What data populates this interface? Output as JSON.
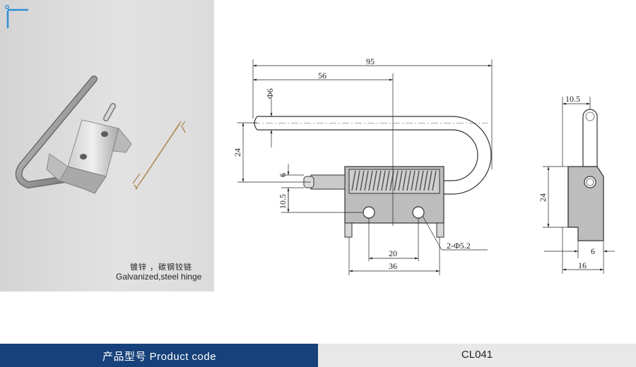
{
  "photo": {
    "caption_cn": "镀锌 ，碳钢铰链",
    "caption_en": "Galvanized,steel hinge"
  },
  "dimensions": {
    "overall_length": "95",
    "pin_to_center": "56",
    "pin_diameter": "Φ6",
    "pin_offset": "24",
    "tip_gap": "6",
    "tip_offset": "10.5",
    "hole_spacing": "20",
    "hole_spec": "2-Φ5.2",
    "plate_width": "36",
    "side_pin_offset": "10.5",
    "side_height": "24",
    "side_tab": "6",
    "side_width": "16"
  },
  "footer": {
    "label": "产品型号  Product code",
    "code": "CL041"
  },
  "colors": {
    "brand_blue": "#16417a",
    "accent_blue": "#2d8fd5"
  }
}
